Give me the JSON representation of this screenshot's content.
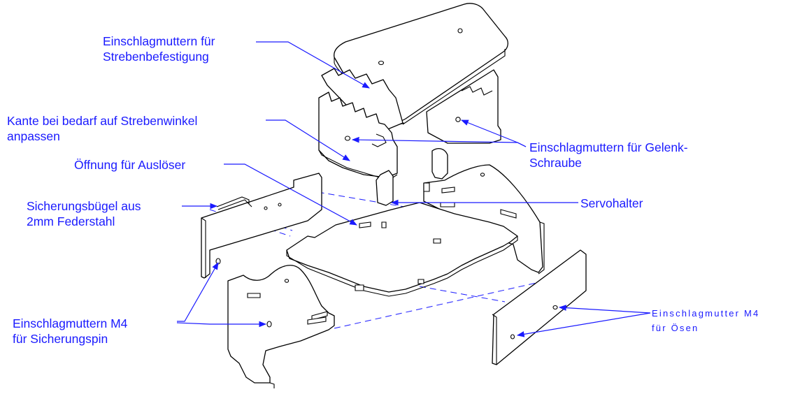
{
  "labels": {
    "strebenbefestigung": {
      "line1": "Einschlagmuttern für",
      "line2": "Strebenbefestigung"
    },
    "kante": {
      "line1": "Kante bei bedarf auf Strebenwinkel",
      "line2": "anpassen"
    },
    "oeffnung": {
      "line1": "Öffnung für Auslöser"
    },
    "sicherungsbuegel": {
      "line1": "Sicherungsbügel aus",
      "line2": "2mm Federstahl"
    },
    "sicherungsspin": {
      "line1": "Einschlagmuttern M4",
      "line2": "für Sicherungspin"
    },
    "gelenkschraube": {
      "line1": "Einschlagmuttern für Gelenk-",
      "line2": "Schraube"
    },
    "servohalter": {
      "line1": "Servohalter"
    },
    "oesen": {
      "line1": "Einschlagmutter M4",
      "line2": "für Ösen"
    }
  },
  "colors": {
    "annotation": "#1a1aff",
    "drawing": "#000000",
    "background": "#ffffff"
  }
}
